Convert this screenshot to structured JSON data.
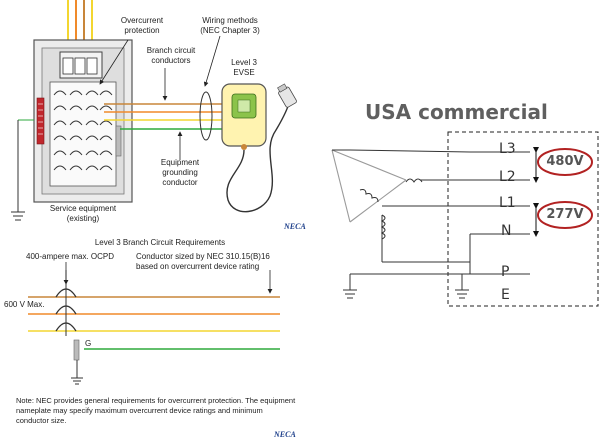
{
  "top_diagram": {
    "overcurrent_protection_label": "Overcurrent\nprotection",
    "wiring_methods_label": "Wiring methods\n(NEC Chapter 3)",
    "branch_circuit_conductors_label": "Branch circuit\nconductors",
    "evse_label": "Level 3\nEVSE",
    "equipment_grounding_conductor_label": "Equipment\ngrounding\nconductor",
    "service_equipment_label": "Service equipment\n(existing)",
    "logo_text": "NECA"
  },
  "bottom_diagram": {
    "title": "Level 3 Branch Circuit Requirements",
    "ocpd_label": "400-ampere max. OCPD",
    "conductor_label": "Conductor sized by NEC 310.15(B)16\nbased on overcurrent device rating",
    "voltage_label": "600 V Max.",
    "ground_label": "G",
    "note": "Note: NEC provides general requirements for overcurrent protection. The equipment nameplate may specify maximum overcurrent device ratings and minimum conductor size.",
    "logo_text": "NECA"
  },
  "wire_colors": {
    "brown": "#c8863a",
    "orange": "#f08a2a",
    "yellow": "#f3d630",
    "green": "#2eaa3c",
    "gray": "#9a9a9a",
    "breaker_red": "#c0272d",
    "evse_green": "#8bc34a",
    "evse_body": "#fff3b0"
  },
  "usa_commercial": {
    "title": "USA commercial",
    "terminals": [
      "L3",
      "L2",
      "L1",
      "N",
      "P",
      "E"
    ],
    "voltage_line_to_line": "480V",
    "voltage_line_to_neutral": "277V",
    "highlight_color": "#b22222"
  }
}
